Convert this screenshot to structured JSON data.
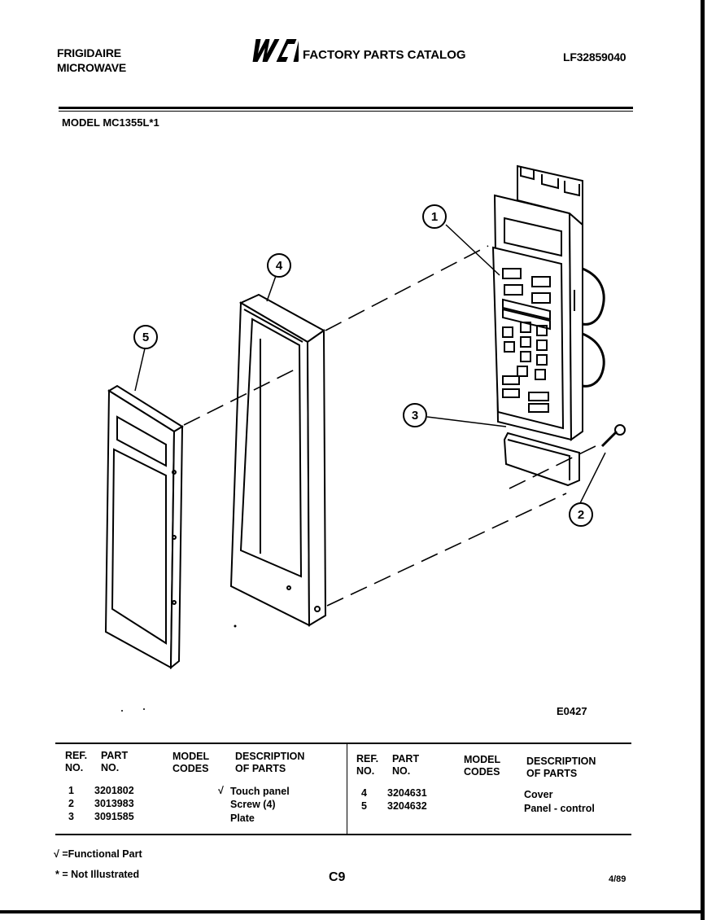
{
  "header": {
    "brand_line1": "FRIGIDAIRE",
    "brand_line2": "MICROWAVE",
    "logo_text": "WCI",
    "catalog_title": "FACTORY PARTS CATALOG",
    "catalog_id": "LF32859040"
  },
  "model_line": "MODEL MC1355L*1",
  "diagram": {
    "callouts": [
      "1",
      "2",
      "3",
      "4",
      "5"
    ],
    "drawing_number": "E0427"
  },
  "table": {
    "headers": {
      "ref": [
        "REF.",
        "NO."
      ],
      "part": [
        "PART",
        "NO."
      ],
      "model": [
        "MODEL",
        "CODES"
      ],
      "desc": [
        "DESCRIPTION",
        "OF PARTS"
      ]
    },
    "left_rows": [
      {
        "ref": "1",
        "part": "3201802",
        "flag": "√",
        "desc": "Touch panel"
      },
      {
        "ref": "2",
        "part": "3013983",
        "flag": "",
        "desc": "Screw (4)"
      },
      {
        "ref": "3",
        "part": "3091585",
        "flag": "",
        "desc": "Plate"
      }
    ],
    "right_rows": [
      {
        "ref": "4",
        "part": "3204631",
        "desc": "Cover"
      },
      {
        "ref": "5",
        "part": "3204632",
        "desc": "Panel - control"
      }
    ]
  },
  "footer": {
    "legend_functional": "√ =Functional Part",
    "legend_not_illustrated": "* = Not Illustrated",
    "page": "C9",
    "date": "4/89"
  }
}
